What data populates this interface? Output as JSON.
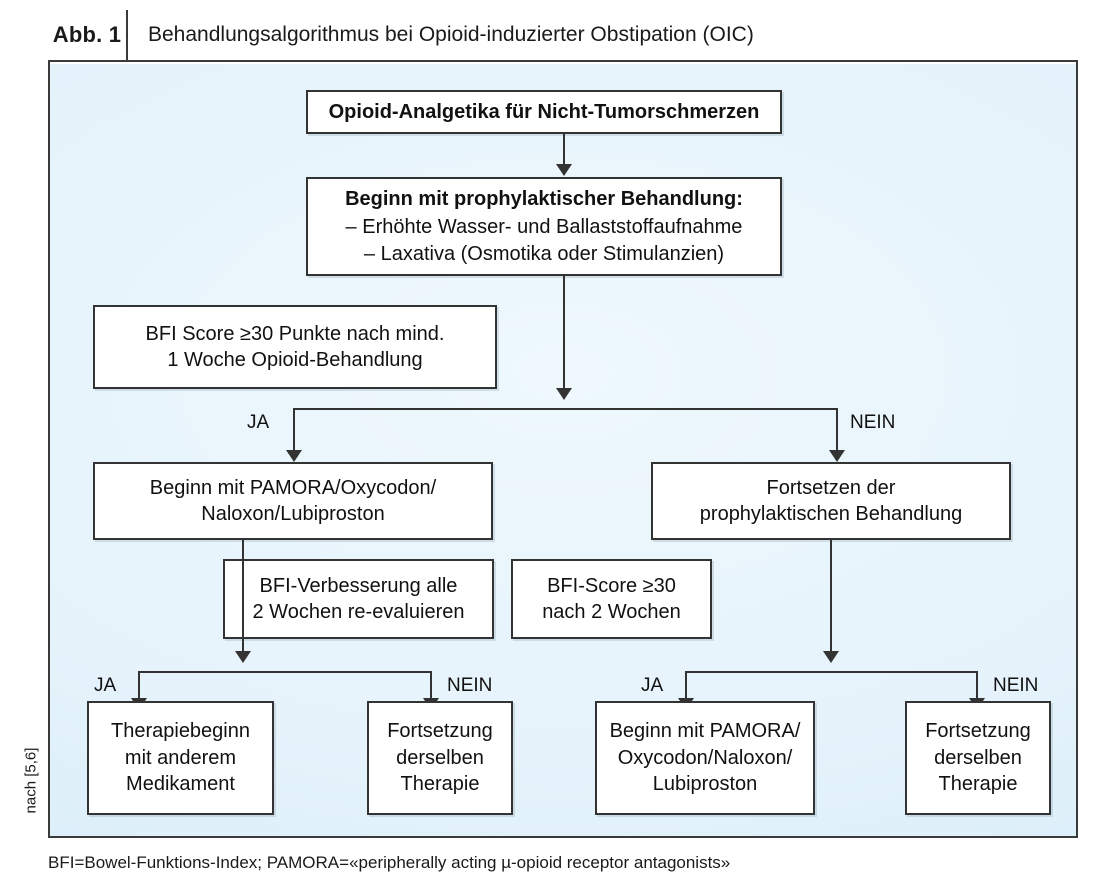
{
  "figure": {
    "number_label": "Abb. 1",
    "title": "Behandlungsalgorithmus bei Opioid-induzierter Obstipation (OIC)",
    "source_note": "nach [5,6]",
    "footnote": "BFI=Bowel-Funktions-Index; PAMORA=«peripherally acting µ-opioid receptor antagonists»"
  },
  "colors": {
    "canvas_background": "#e6f3fb",
    "frame_border": "#3a3a3a",
    "node_border": "#333333",
    "node_fill": "#ffffff",
    "text": "#111111"
  },
  "nodes": {
    "opioid_analgetika": {
      "lines": [
        "Opioid-Analgetika für Nicht-Tumorschmerzen"
      ]
    },
    "prophylaktische_behandlung": {
      "heading": "Beginn mit prophylaktischer Behandlung:",
      "lines": [
        "– Erhöhte Wasser- und Ballaststoffaufnahme",
        "– Laxativa (Osmotika oder Stimulanzien)"
      ]
    },
    "bfi_score_30": {
      "lines": [
        "BFI Score ≥30 Punkte nach mind.",
        "1 Woche Opioid-Behandlung"
      ]
    },
    "beginn_pamora_left": {
      "lines": [
        "Beginn mit PAMORA/Oxycodon/",
        "Naloxon/Lubiproston"
      ]
    },
    "fortsetzen_prophylaktisch": {
      "lines": [
        "Fortsetzen der",
        "prophylaktischen Behandlung"
      ]
    },
    "bfi_verbesserung": {
      "lines": [
        "BFI-Verbesserung alle",
        "2 Wochen re-evaluieren"
      ]
    },
    "bfi_score_30_2wochen": {
      "lines": [
        "BFI-Score ≥30",
        "nach 2 Wochen"
      ]
    },
    "therapiebeginn_anderes": {
      "lines": [
        "Therapiebeginn",
        "mit anderem",
        "Medikament"
      ]
    },
    "fortsetzung_therapie_1": {
      "lines": [
        "Fortsetzung",
        "derselben",
        "Therapie"
      ]
    },
    "beginn_pamora_bottom": {
      "lines": [
        "Beginn mit PAMORA/",
        "Oxycodon/Naloxon/",
        "Lubiproston"
      ]
    },
    "fortsetzung_therapie_2": {
      "lines": [
        "Fortsetzung",
        "derselben",
        "Therapie"
      ]
    }
  },
  "branch_labels": {
    "level1_yes": "JA",
    "level1_no": "NEIN",
    "level2_left_yes": "JA",
    "level2_left_no": "NEIN",
    "level2_right_yes": "JA",
    "level2_right_no": "NEIN"
  },
  "chart_data": {
    "type": "flowchart",
    "title": "Behandlungsalgorithmus bei Opioid-induzierter Obstipation (OIC)",
    "orientation": "top-down",
    "nodes": [
      {
        "id": "n1",
        "text": "Opioid-Analgetika für Nicht-Tumorschmerzen",
        "level": 0,
        "emphasis": "bold"
      },
      {
        "id": "n2",
        "text": "Beginn mit prophylaktischer Behandlung: – Erhöhte Wasser- und Ballaststoffaufnahme – Laxativa (Osmotika oder Stimulanzien)",
        "level": 1,
        "emphasis": "bold-heading"
      },
      {
        "id": "n3",
        "text": "BFI Score ≥30 Punkte nach mind. 1 Woche Opioid-Behandlung",
        "level": 2,
        "role": "criterion-annotation"
      },
      {
        "id": "n4",
        "text": "Beginn mit PAMORA/Oxycodon/Naloxon/Lubiproston",
        "level": 3
      },
      {
        "id": "n5",
        "text": "Fortsetzen der prophylaktischen Behandlung",
        "level": 3
      },
      {
        "id": "n6",
        "text": "BFI-Verbesserung alle 2 Wochen re-evaluieren",
        "level": 4,
        "role": "criterion-annotation"
      },
      {
        "id": "n7",
        "text": "BFI-Score ≥30 nach 2 Wochen",
        "level": 4,
        "role": "criterion-annotation"
      },
      {
        "id": "n8",
        "text": "Therapiebeginn mit anderem Medikament",
        "level": 5
      },
      {
        "id": "n9",
        "text": "Fortsetzung derselben Therapie",
        "level": 5
      },
      {
        "id": "n10",
        "text": "Beginn mit PAMORA/Oxycodon/Naloxon/Lubiproston",
        "level": 5
      },
      {
        "id": "n11",
        "text": "Fortsetzung derselben Therapie",
        "level": 5
      }
    ],
    "edges": [
      {
        "from": "n1",
        "to": "n2",
        "label": ""
      },
      {
        "from": "n2",
        "to": "n4",
        "label": "JA"
      },
      {
        "from": "n2",
        "to": "n5",
        "label": "NEIN"
      },
      {
        "from": "n4",
        "to": "n8",
        "label": "JA"
      },
      {
        "from": "n4",
        "to": "n9",
        "label": "NEIN"
      },
      {
        "from": "n5",
        "to": "n10",
        "label": "JA"
      },
      {
        "from": "n5",
        "to": "n11",
        "label": "NEIN"
      }
    ],
    "legend": "BFI=Bowel-Funktions-Index; PAMORA=«peripherally acting µ-opioid receptor antagonists»"
  }
}
